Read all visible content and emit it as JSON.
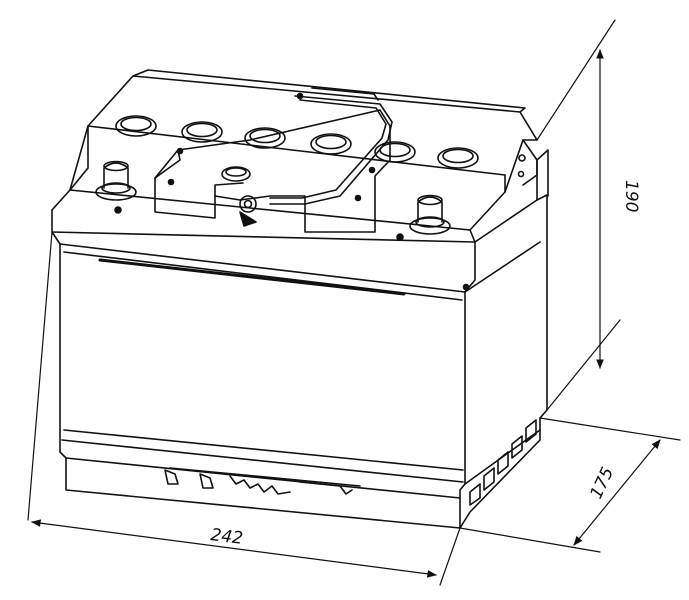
{
  "diagram": {
    "subject": "battery-isometric-drawing",
    "dimensions": {
      "length": "242",
      "width": "175",
      "height": "190"
    }
  },
  "colors": {
    "stroke": "#111111",
    "background": "#ffffff",
    "cap_fill": "#ffffff"
  }
}
